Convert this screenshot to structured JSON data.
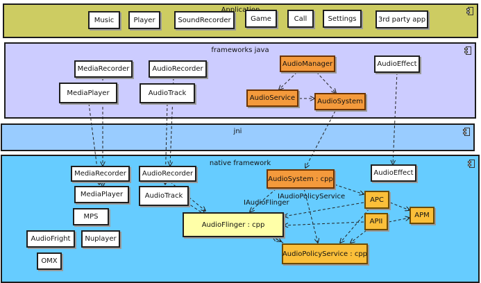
{
  "layers": {
    "application": {
      "title": "Application",
      "icon": "component-icon",
      "fill": "#cdcc62"
    },
    "frameworks_java": {
      "title": "frameworks java",
      "icon": "component-icon",
      "fill": "#ccccff"
    },
    "jni": {
      "title": "jni",
      "icon": "component-icon",
      "fill": "#99ccff"
    },
    "native_framework": {
      "title": "native framework",
      "icon": "component-icon",
      "fill": "#66ccff"
    }
  },
  "application": {
    "music": "Music",
    "player": "Player",
    "sound_recorder": "SoundRecorder",
    "game": "Game",
    "call": "Call",
    "settings": "Settings",
    "third_party_app": "3rd party app"
  },
  "java": {
    "media_recorder": "MediaRecorder",
    "audio_recorder": "AudioRecorder",
    "audio_manager": "AudioManager",
    "audio_effect": "AudioEffect",
    "media_player": "MediaPlayer",
    "audio_track": "AudioTrack",
    "audio_service": "AudioService",
    "audio_system": "AudioSystem"
  },
  "native": {
    "media_recorder": "MediaRecorder",
    "audio_recorder": "AudioRecorder",
    "audio_system_cpp": "AudioSystem : cpp",
    "audio_effect": "AudioEffect",
    "media_player": "MediaPlayer",
    "audio_track": "AudioTrack",
    "mps": "MPS",
    "audio_flinger_cpp": "AudioFlinger : cpp",
    "audio_fright": "AudioFright",
    "nuplayer": "Nuplayer",
    "omx": "OMX",
    "audio_policy_service_cpp": "AudioPolicyService : cpp",
    "apc": "APC",
    "apii": "APII",
    "apm": "APM"
  },
  "edge_labels": {
    "iaudio_policy_service": "IAudioPolicyService",
    "iaudio_flinger": "IAudioFlinger"
  },
  "colors": {
    "orange_box": "#f49a3c",
    "gold_box": "#fbbf3a",
    "pale_box": "#ffffa8",
    "edge": "#222222"
  }
}
